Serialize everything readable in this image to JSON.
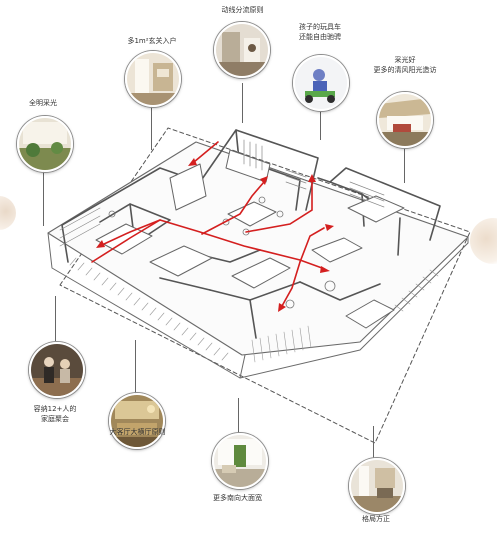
{
  "callouts": [
    {
      "id": "flow",
      "lines": [
        "动线分流原则"
      ]
    },
    {
      "id": "entry",
      "lines": [
        "多1m²玄关入户"
      ]
    },
    {
      "id": "toy",
      "lines": [
        "孩子的玩具车",
        "还能自由驰骋"
      ]
    },
    {
      "id": "full-light",
      "lines": [
        "全明采光"
      ]
    },
    {
      "id": "sunlight",
      "lines": [
        "采光好",
        "更多的清风阳光造访"
      ]
    },
    {
      "id": "gathering",
      "lines": [
        "容纳12+人的",
        "家庭聚会"
      ]
    },
    {
      "id": "living",
      "lines": [
        "大客厅大横厅原则"
      ]
    },
    {
      "id": "south",
      "lines": [
        "更多南向大面宽"
      ]
    },
    {
      "id": "layout",
      "lines": [
        "格局方正"
      ]
    }
  ]
}
